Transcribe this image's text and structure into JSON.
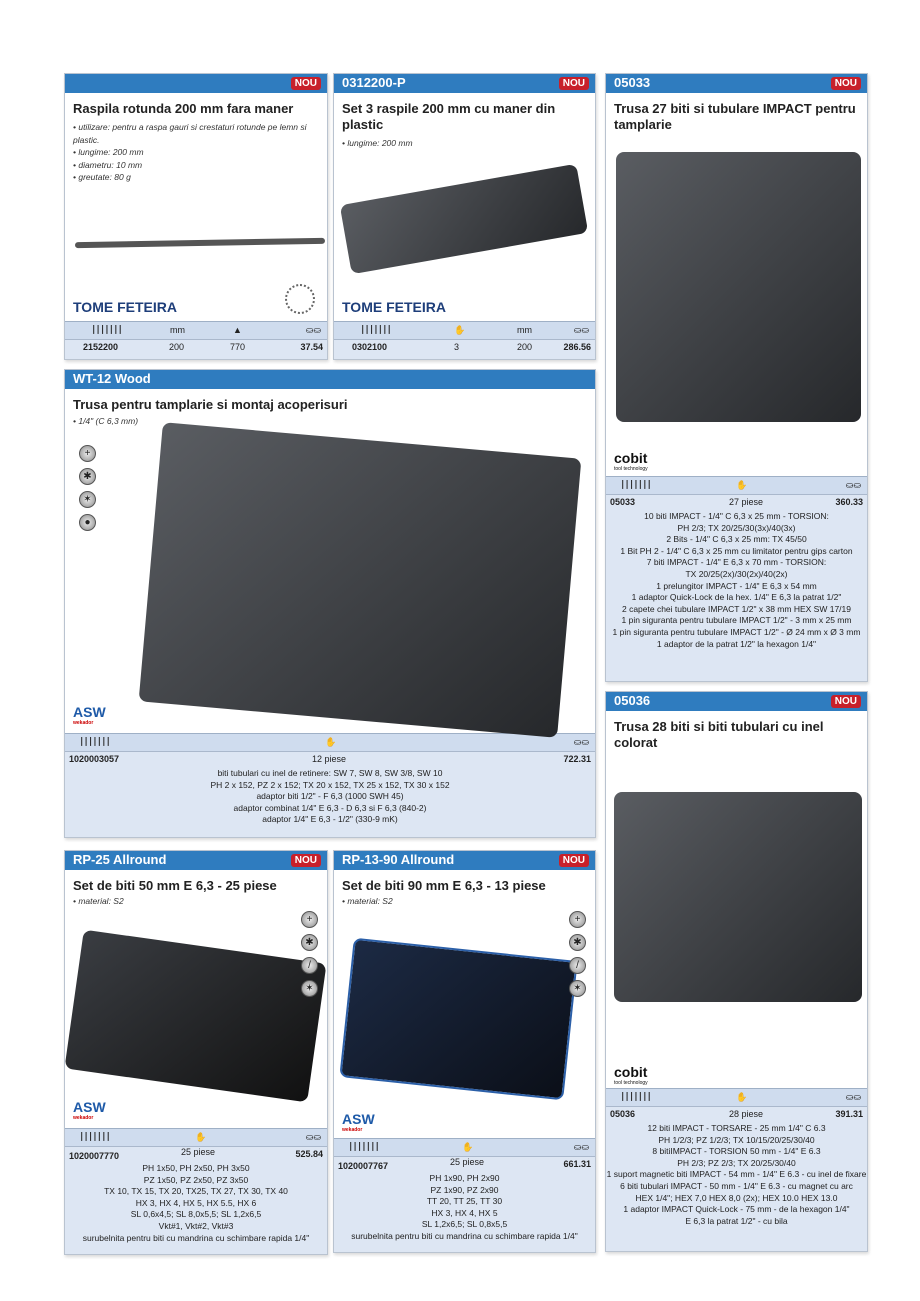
{
  "colors": {
    "header": "#2f7cbf",
    "badge": "#c8202a",
    "table": "#dde6f3"
  },
  "badge": "NOU",
  "cards": [
    {
      "code": "",
      "title": "Raspila rotunda 200 mm fara maner",
      "bullets": [
        "• utilizare: pentru a raspa gauri si crestaturi rotunde pe lemn si plastic.",
        "• lungime: 200 mm",
        "• diametru: 10 mm",
        "• greutate: 80 g"
      ],
      "logo": "TOME FETEIRA",
      "cols": [
        "barcode-icon",
        "mm",
        "weight-icon",
        "price-icon"
      ],
      "values": [
        "2152200",
        "200",
        "770",
        "37.54"
      ]
    },
    {
      "code": "0312200-P",
      "title": "Set 3 raspile 200 mm cu maner din plastic",
      "bullets": [
        "• lungime: 200 mm"
      ],
      "logo": "TOME FETEIRA",
      "cols": [
        "barcode-icon",
        "hand-icon",
        "mm",
        "price-icon"
      ],
      "values": [
        "0302100",
        "3",
        "200",
        "286.56"
      ]
    },
    {
      "code": "05033",
      "title": "Trusa 27 biti si tubulare IMPACT pentru tamplarie",
      "logo": "cobit",
      "logo_sub": "tool technology",
      "values": [
        "05033",
        "27 piese",
        "360.33"
      ],
      "details": [
        "10 biti IMPACT - 1/4\" C 6,3 x 25 mm - TORSION:",
        "PH 2/3; TX 20/25/30(3x)/40(3x)",
        "2 Bits - 1/4\" C 6,3 x 25 mm: TX 45/50",
        "1 Bit PH 2 - 1/4\" C 6,3 x 25 mm cu limitator pentru gips carton",
        "7 biti IMPACT - 1/4\" E 6,3 x 70 mm - TORSION:",
        "TX 20/25(2x)/30(2x)/40(2x)",
        "1 prelungitor IMPACT - 1/4\" E 6,3 x 54 mm",
        "1 adaptor Quick-Lock de la hex. 1/4\" E 6,3 la patrat 1/2\"",
        "2 capete chei tubulare IMPACT 1/2\" x 38 mm HEX SW 17/19",
        "1 pin siguranta pentru tubulare IMPACT 1/2\" - 3 mm x 25 mm",
        "1 pin siguranta pentru tubulare IMPACT 1/2\" - Ø 24 mm x Ø 3 mm",
        "1 adaptor de la patrat 1/2\" la hexagon 1/4\""
      ]
    },
    {
      "code": "WT-12 Wood",
      "title": "Trusa pentru tamplarie si montaj acoperisuri",
      "bullets": [
        "• 1/4\" (C 6,3 mm)"
      ],
      "logo": "ASW",
      "logo_sub": "wekador",
      "values": [
        "1020003057",
        "12 piese",
        "722.31"
      ],
      "details": [
        "biti tubulari cu inel de retinere: SW 7, SW 8, SW 3/8, SW 10",
        "PH 2 x 152,  PZ 2 x 152;  TX 20 x 152,  TX 25 x 152,  TX 30 x 152",
        "adaptor biti 1/2\" - F 6,3 (1000 SWH 45)",
        "adaptor combinat 1/4\" E 6,3 - D 6,3 si F 6,3 (840-2)",
        "adaptor 1/4\" E 6,3 - 1/2\" (330-9 mK)"
      ]
    },
    {
      "code": "05036",
      "title": "Trusa 28 biti si biti tubulari cu inel colorat",
      "logo": "cobit",
      "logo_sub": "tool technology",
      "values": [
        "05036",
        "28 piese",
        "391.31"
      ],
      "details": [
        "12 biti IMPACT - TORSARE - 25 mm 1/4\" C 6.3",
        "PH 1/2/3; PZ 1/2/3; TX 10/15/20/25/30/40",
        "8 bitiIMPACT - TORSION 50 mm - 1/4\" E 6.3",
        "PH 2/3; PZ 2/3; TX 20/25/30/40",
        "1 suport magnetic biti IMPACT - 54 mm - 1/4\" E 6.3 - cu inel de fixare",
        "6 biti tubulari IMPACT - 50 mm - 1/4\" E 6.3 - cu magnet cu arc",
        "HEX 1/4\"; HEX 7,0 HEX 8,0 (2x); HEX 10.0 HEX 13.0",
        "1 adaptor IMPACT Quick-Lock - 75 mm - de la hexagon 1/4\"",
        "E 6,3 la patrat  1/2\" - cu bila"
      ]
    },
    {
      "code": "RP-25 Allround",
      "title": "Set de biti 50 mm E 6,3 - 25 piese",
      "bullets": [
        "•  material: S2"
      ],
      "logo": "ASW",
      "logo_sub": "wekador",
      "values": [
        "1020007770",
        "25 piese",
        "525.84"
      ],
      "details": [
        "PH 1x50, PH 2x50, PH 3x50",
        "PZ 1x50, PZ 2x50, PZ 3x50",
        "TX 10, TX 15, TX 20, TX25, TX 27, TX 30, TX 40",
        "HX 3, HX 4, HX 5, HX 5.5, HX 6",
        "SL 0,6x4,5; SL 8,0x5,5; SL 1,2x6,5",
        "Vkt#1, Vkt#2, Vkt#3",
        "surubelnita pentru biti cu mandrina cu schimbare rapida 1/4\""
      ]
    },
    {
      "code": "RP-13-90 Allround",
      "title": "Set de biti 90 mm E 6,3 - 13 piese",
      "bullets": [
        "•  material: S2"
      ],
      "logo": "ASW",
      "logo_sub": "wekador",
      "values": [
        "1020007767",
        "25 piese",
        "661.31"
      ],
      "details": [
        "PH 1x90, PH 2x90",
        "PZ 1x90, PZ 2x90",
        "TT 20, TT 25, TT 30",
        "HX 3, HX 4, HX 5",
        "SL 1,2x6,5; SL 0,8x5,5",
        "surubelnita pentru biti cu mandrina cu schimbare rapida 1/4\""
      ]
    }
  ]
}
